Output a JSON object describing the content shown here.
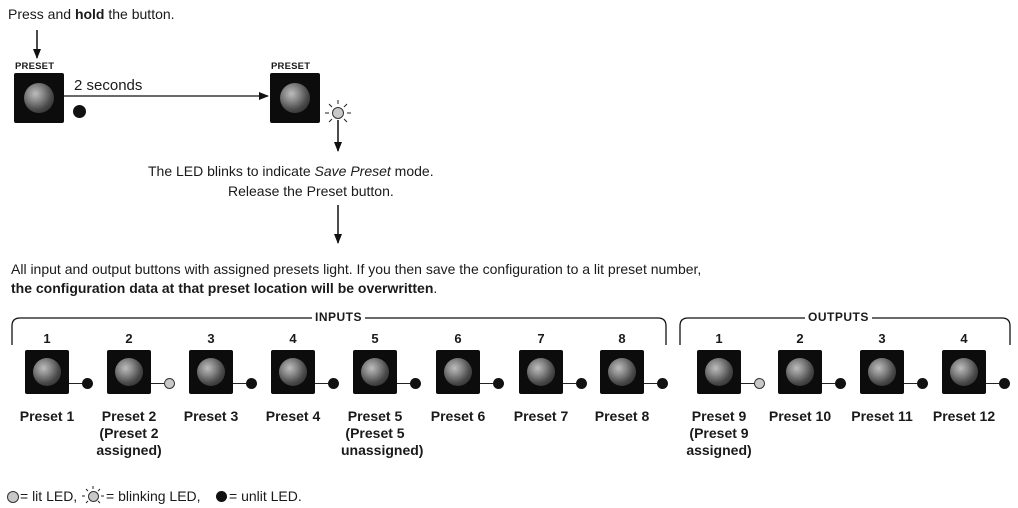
{
  "step1": {
    "pre": "Press and ",
    "bold": "hold",
    "post": " the button."
  },
  "top_button_label": "PRESET",
  "duration_label": "2 seconds",
  "blink_text": {
    "pre": "The LED blinks to indicate ",
    "italic": "Save Preset",
    "post": " mode."
  },
  "release_text": "Release the Preset button.",
  "info_line1": "All input and output buttons with assigned presets light.  If you then save the configuration to a lit preset number,",
  "info_line2_bold": "the configuration data at that preset location will be overwritten",
  "info_line2_end": ".",
  "inputs_label": "INPUTS",
  "outputs_label": "OUTPUTS",
  "inputs": [
    {
      "number": "1",
      "led": "unlit",
      "label": "Preset 1"
    },
    {
      "number": "2",
      "led": "lit",
      "label": "Preset 2",
      "note": "(Preset 2",
      "note2": "assigned)"
    },
    {
      "number": "3",
      "led": "unlit",
      "label": "Preset 3"
    },
    {
      "number": "4",
      "led": "unlit",
      "label": "Preset 4"
    },
    {
      "number": "5",
      "led": "unlit",
      "label": "Preset 5",
      "note": "(Preset 5",
      "note2": "unassigned)"
    },
    {
      "number": "6",
      "led": "unlit",
      "label": "Preset 6"
    },
    {
      "number": "7",
      "led": "unlit",
      "label": "Preset 7"
    },
    {
      "number": "8",
      "led": "unlit",
      "label": "Preset 8"
    }
  ],
  "outputs": [
    {
      "number": "1",
      "led": "lit",
      "label": "Preset 9",
      "note": "(Preset 9",
      "note2": "assigned)"
    },
    {
      "number": "2",
      "led": "unlit",
      "label": "Preset 10"
    },
    {
      "number": "3",
      "led": "unlit",
      "label": "Preset 11"
    },
    {
      "number": "4",
      "led": "unlit",
      "label": "Preset 12"
    }
  ],
  "legend": {
    "lit": " = lit LED, ",
    "blinking": " = blinking LED, ",
    "unlit": " = unlit LED."
  }
}
